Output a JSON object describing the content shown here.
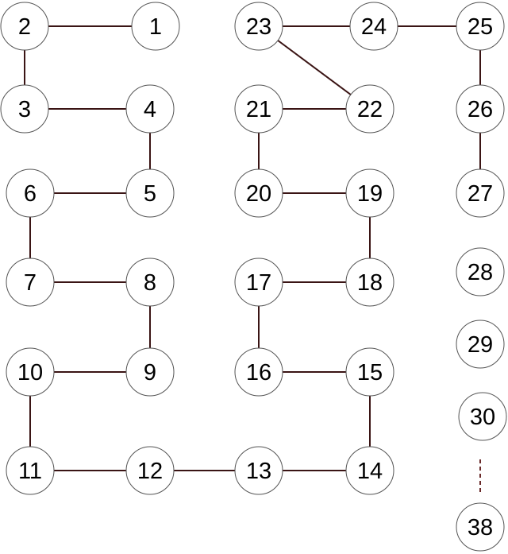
{
  "diagram": {
    "nodes": [
      "1",
      "2",
      "3",
      "4",
      "5",
      "6",
      "7",
      "8",
      "9",
      "10",
      "11",
      "12",
      "13",
      "14",
      "15",
      "16",
      "17",
      "18",
      "19",
      "20",
      "21",
      "22",
      "23",
      "24",
      "25",
      "26",
      "27",
      "28",
      "29",
      "30",
      "38"
    ],
    "edges": [
      [
        "1",
        "2"
      ],
      [
        "2",
        "3"
      ],
      [
        "3",
        "4"
      ],
      [
        "4",
        "5"
      ],
      [
        "5",
        "6"
      ],
      [
        "6",
        "7"
      ],
      [
        "7",
        "8"
      ],
      [
        "8",
        "9"
      ],
      [
        "9",
        "10"
      ],
      [
        "10",
        "11"
      ],
      [
        "11",
        "12"
      ],
      [
        "12",
        "13"
      ],
      [
        "13",
        "14"
      ],
      [
        "14",
        "15"
      ],
      [
        "15",
        "16"
      ],
      [
        "16",
        "17"
      ],
      [
        "17",
        "18"
      ],
      [
        "18",
        "19"
      ],
      [
        "19",
        "20"
      ],
      [
        "20",
        "21"
      ],
      [
        "21",
        "22"
      ],
      [
        "22",
        "23"
      ],
      [
        "23",
        "24"
      ],
      [
        "24",
        "25"
      ],
      [
        "25",
        "26"
      ],
      [
        "26",
        "27"
      ]
    ],
    "ellipsis_between": [
      "30",
      "38"
    ],
    "edge_color": "#3a1414"
  }
}
